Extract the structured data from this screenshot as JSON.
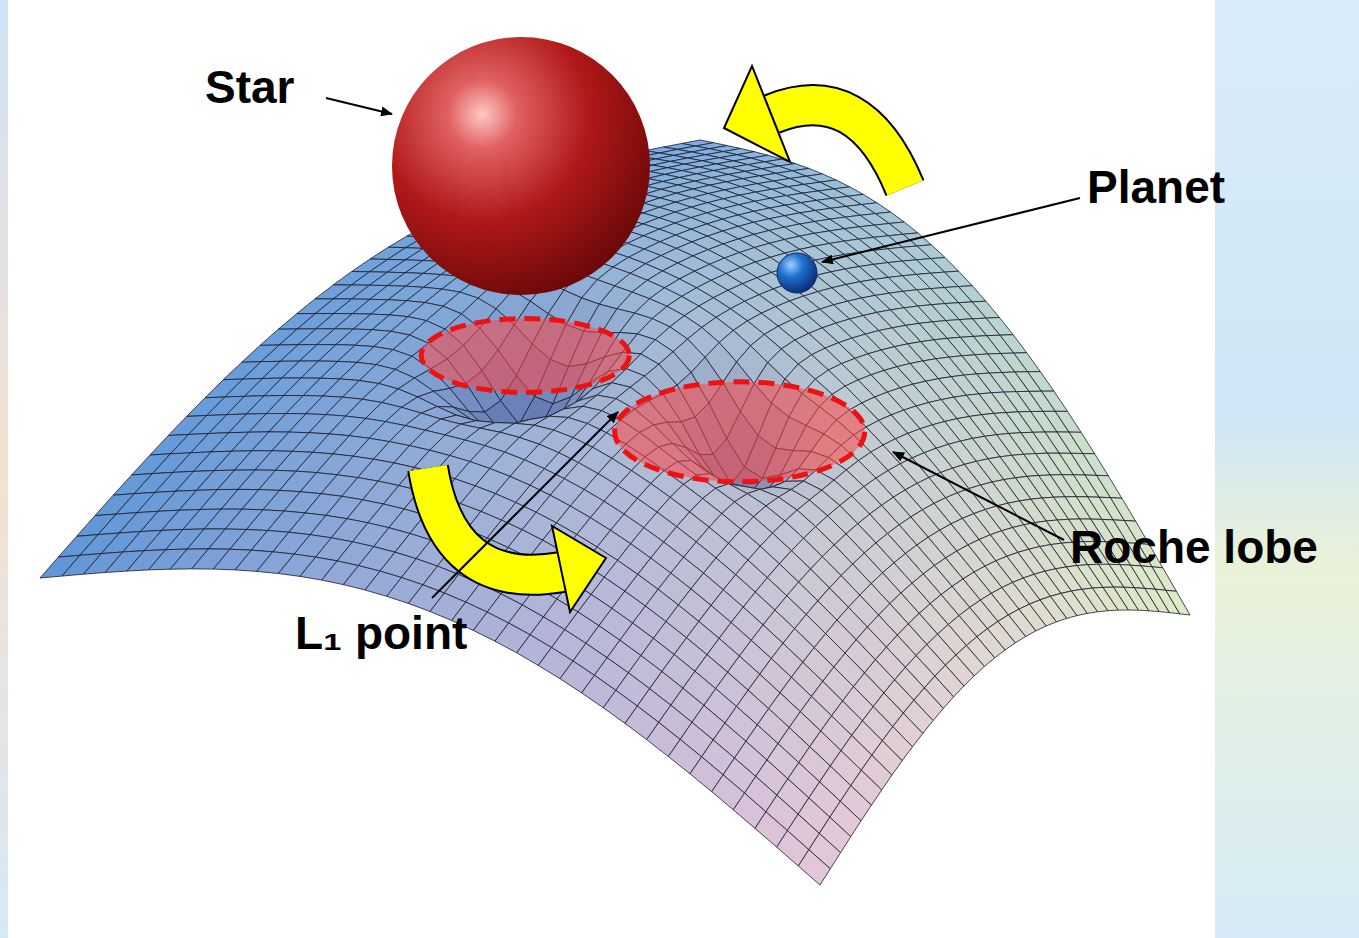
{
  "diagram": {
    "labels": [
      "Star",
      "Planet",
      "Roche lobe",
      "L₁ point"
    ]
  }
}
